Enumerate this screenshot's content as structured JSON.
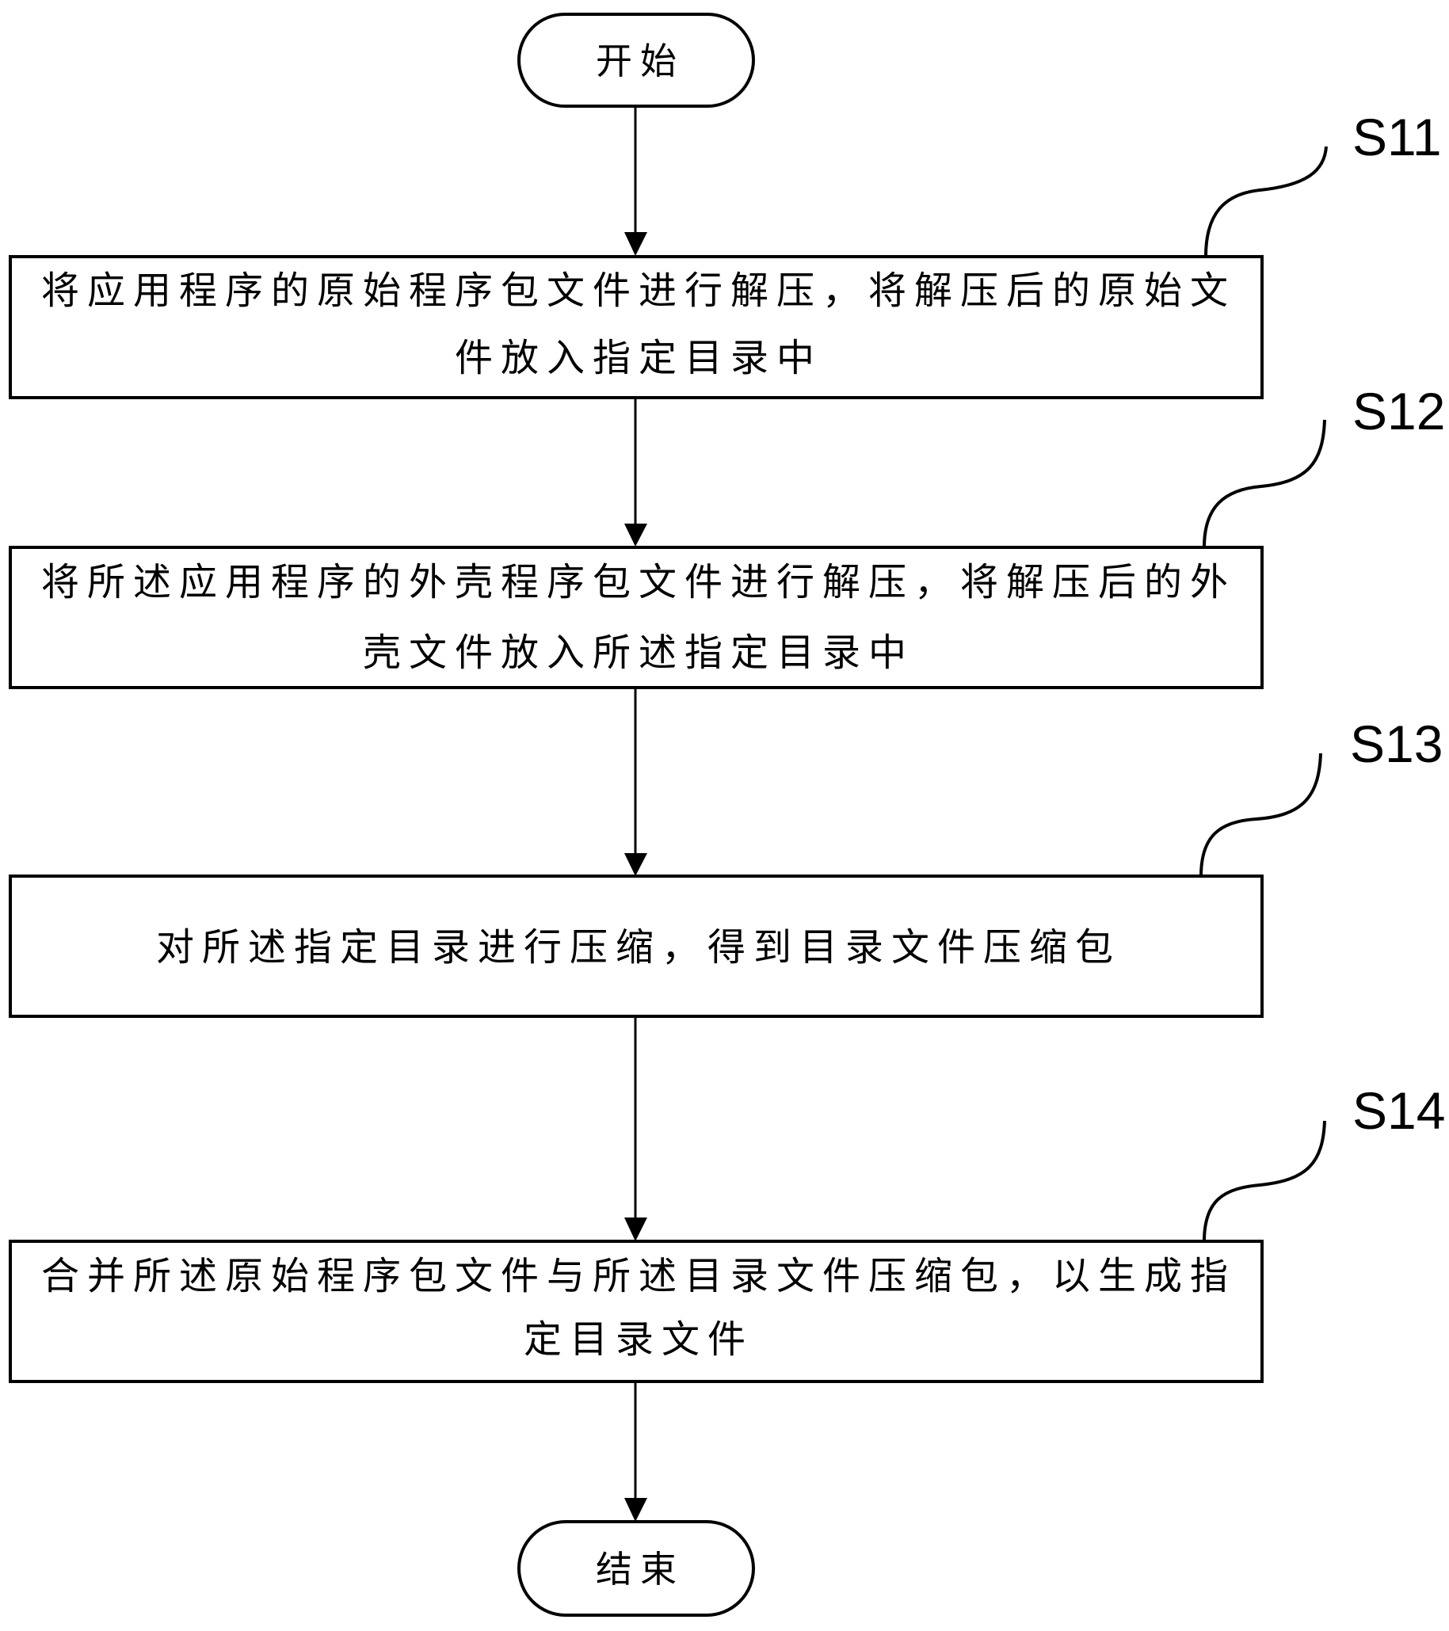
{
  "flowchart": {
    "start": {
      "label": "开始"
    },
    "end": {
      "label": "结束"
    },
    "steps": [
      {
        "id": "S11",
        "lines": [
          "将应用程序的原始程序包文件进行解压，将解压后的原始文",
          "件放入指定目录中"
        ]
      },
      {
        "id": "S12",
        "lines": [
          "将所述应用程序的外壳程序包文件进行解压，将解压后的外",
          "壳文件放入所述指定目录中"
        ]
      },
      {
        "id": "S13",
        "lines": [
          "对所述指定目录进行压缩，得到目录文件压缩包"
        ]
      },
      {
        "id": "S14",
        "lines": [
          "合并所述原始程序包文件与所述目录文件压缩包，以生成指",
          "定目录文件"
        ]
      }
    ],
    "colors": {
      "stroke": "#000000",
      "background": "#ffffff"
    }
  }
}
